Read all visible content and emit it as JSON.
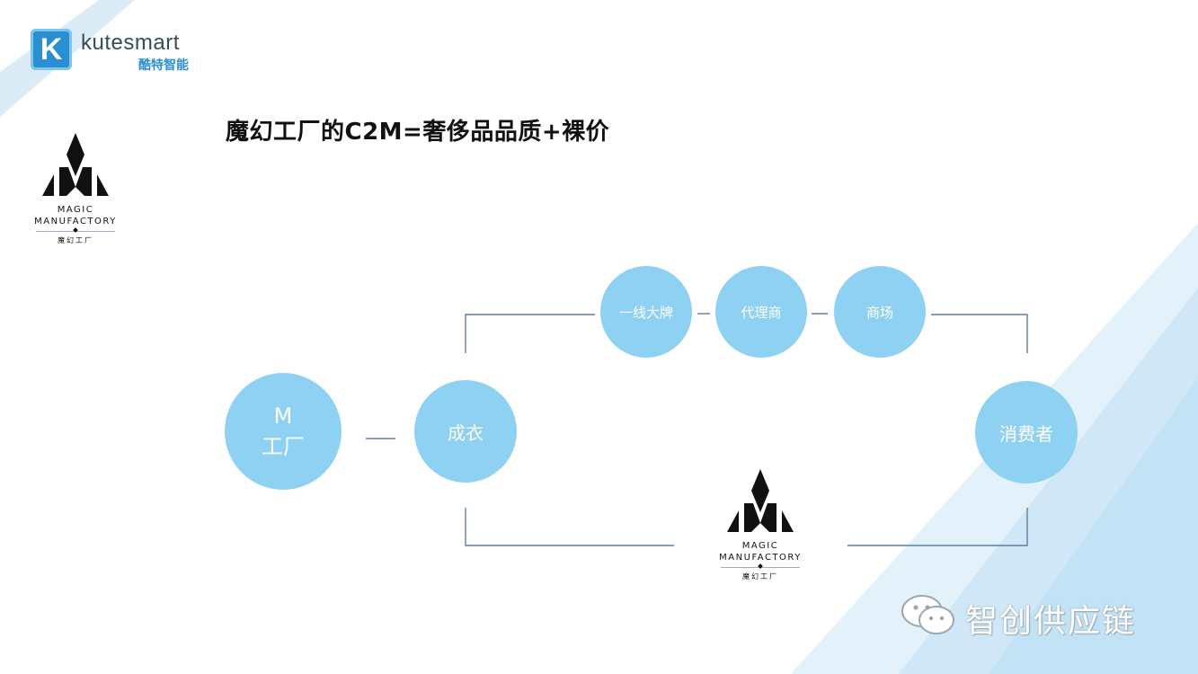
{
  "brand": {
    "name": "kutesmart",
    "name_cn": "酷特智能",
    "badge_letter": "K"
  },
  "title": "魔幻工厂的C2M=奢侈品品质+裸价",
  "logo": {
    "line1": "MAGIC",
    "line2": "MANUFACTORY",
    "cn": "魔幻工厂"
  },
  "nodes": {
    "m_factory": {
      "line1": "M",
      "line2": "工厂"
    },
    "garment": "成衣",
    "brand": "一线大牌",
    "agent": "代理商",
    "mall": "商场",
    "consumer": "消费者"
  },
  "watermark": "智创供应链",
  "colors": {
    "node_fill": "#8fd1f2",
    "line": "#5f7f9e",
    "bg_accent": "#d8edf9"
  }
}
